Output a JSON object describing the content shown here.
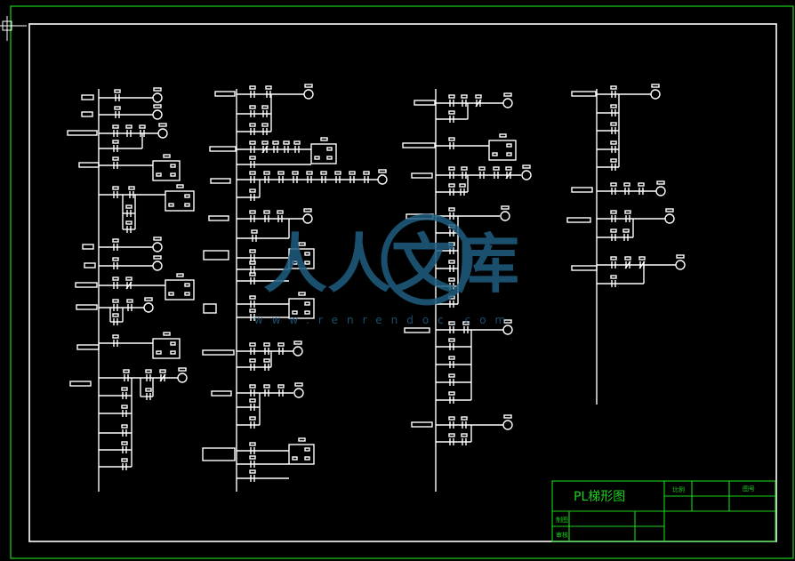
{
  "title_block": {
    "drawing_title": "PL梯形图",
    "scale_label": "比例",
    "number_label": "图号",
    "drawn_label": "制图",
    "checked_label": "审核"
  },
  "watermark": {
    "brand": "人人文库",
    "url": "www.renrendoc.com"
  },
  "colors": {
    "background": "#000000",
    "lines": "#ffffff",
    "frame_outer": "#19d219",
    "title_block": "#19d219",
    "watermark": "#1f5e80"
  }
}
